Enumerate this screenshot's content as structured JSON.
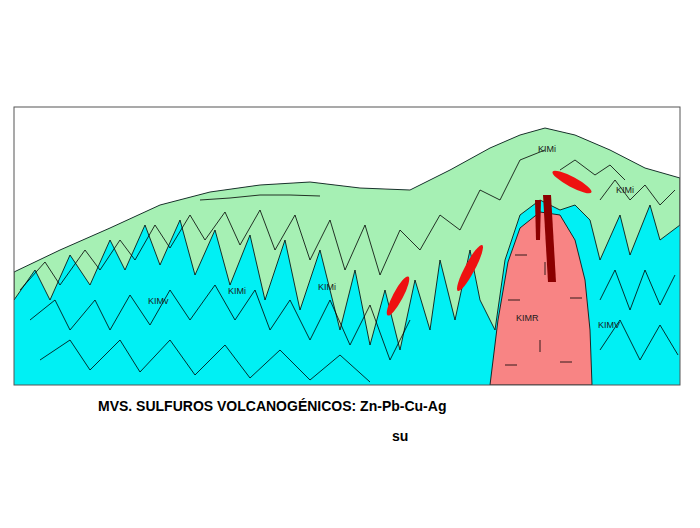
{
  "diagram": {
    "caption": "MVS. SULFUROS VOLCANOGÉNICOS: Zn-Pb-Cu-Ag",
    "labels": [
      "KIMi",
      "KIMi",
      "KIMv",
      "KIMi",
      "KIMi",
      "KIMR",
      "KIMV",
      "su"
    ]
  }
}
